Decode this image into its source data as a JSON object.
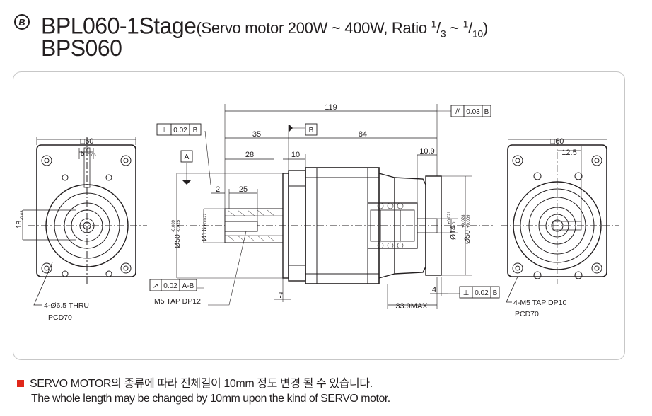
{
  "header": {
    "badge": "B",
    "model_line1": "BPL060-1Stage",
    "spec_prefix": "(Servo motor 200W ~ 400W, Ratio ",
    "ratio_low_num": "1",
    "ratio_low_den": "3",
    "ratio_sep": " ~ ",
    "ratio_high_num": "1",
    "ratio_high_den": "10",
    "spec_suffix": ")",
    "model_line2": "BPS060"
  },
  "drawing": {
    "dims": {
      "overall_length": "119",
      "input_section": "35",
      "output_section": "84",
      "d28": "28",
      "d10": "10",
      "d10_9": "10.9",
      "d2": "2",
      "d25": "25",
      "d7": "7",
      "d4": "4",
      "d33_9max": "33.9MAX",
      "left_square": "□60",
      "right_square": "□60",
      "left_key": "5",
      "left_key_tol": "-0.03",
      "left_key_tol_top": "0",
      "left_height": "18",
      "left_height_tol": "-0.03",
      "right_offset": "12.5",
      "dia50_left": "Ø50",
      "dia50_left_tol_a": "-0.009",
      "dia50_left_tol_b": "-0.025",
      "dia16": "Ø16",
      "dia16_tol": "+0.027",
      "dia14": "Ø14",
      "dia14_tol_a": "+0.021",
      "dia14_tol_b": "0",
      "dia50_right": "Ø50",
      "dia50_right_tol_a": "+0.028",
      "dia50_right_tol_b": "+0.009"
    },
    "gdt": {
      "perp_left_symbol": "⊥",
      "perp_left_value": "0.02",
      "perp_left_datum": "B",
      "datum_a": "A",
      "datum_b": "B",
      "parallel_symbol": "//",
      "parallel_value": "0.03",
      "parallel_datum": "B",
      "runout_symbol": "↗",
      "runout_value": "0.02",
      "runout_datum": "A-B",
      "perp_right_symbol": "⊥",
      "perp_right_value": "0.02",
      "perp_right_datum": "B"
    },
    "labels": {
      "left_holes": "4-Ø6.5 THRU",
      "left_pcd": "PCD70",
      "tap_left": "M5 TAP DP12",
      "right_holes": "4-M5 TAP DP10",
      "right_pcd": "PCD70"
    }
  },
  "notes": {
    "korean": "SERVO MOTOR의 종류에 따라 전체길이 10mm 정도 변경 될 수 있습니다.",
    "english": "The whole length may be changed by 10mm upon the kind of SERVO motor."
  }
}
